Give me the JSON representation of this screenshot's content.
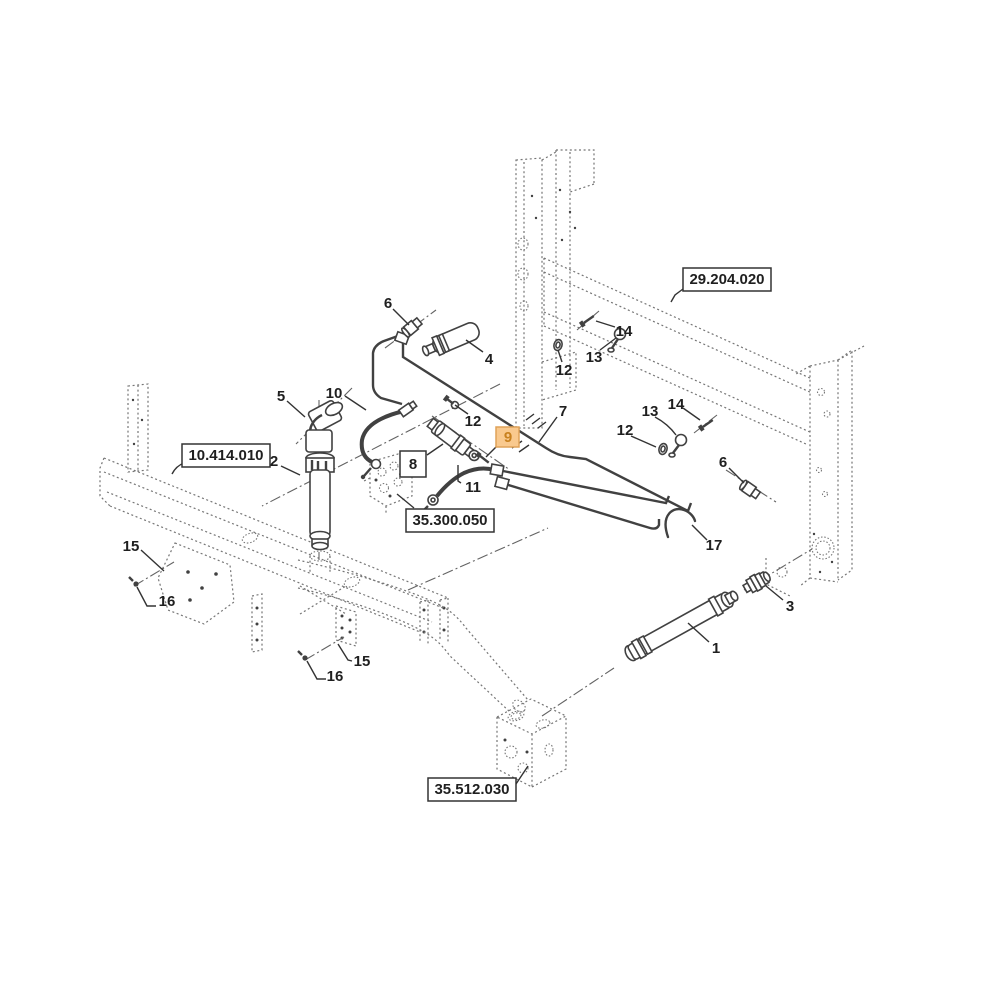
{
  "diagram": {
    "type": "exploded-parts-diagram",
    "background": "#ffffff",
    "line_color": "#414141",
    "phantom_color": "#767676",
    "highlight": {
      "fill": "#f9c98e",
      "border": "#dfa258",
      "text": "#c8811f"
    }
  },
  "ref_boxes": [
    {
      "id": "29-204-020",
      "label": "29.204.020"
    },
    {
      "id": "10-414-010",
      "label": "10.414.010"
    },
    {
      "id": "35-300-050",
      "label": "35.300.050"
    },
    {
      "id": "35-512-030",
      "label": "35.512.030"
    }
  ],
  "callouts": {
    "boxed": {
      "label": "8"
    },
    "highlighted": {
      "label": "9"
    },
    "plain": [
      {
        "id": "1",
        "label": "1"
      },
      {
        "id": "2",
        "label": "2"
      },
      {
        "id": "3",
        "label": "3"
      },
      {
        "id": "4",
        "label": "4"
      },
      {
        "id": "5",
        "label": "5"
      },
      {
        "id": "6-top",
        "label": "6"
      },
      {
        "id": "6-right",
        "label": "6"
      },
      {
        "id": "7",
        "label": "7"
      },
      {
        "id": "10",
        "label": "10"
      },
      {
        "id": "11",
        "label": "11"
      },
      {
        "id": "12-top",
        "label": "12"
      },
      {
        "id": "12-mid",
        "label": "12"
      },
      {
        "id": "12-right",
        "label": "12"
      },
      {
        "id": "13-top",
        "label": "13"
      },
      {
        "id": "13-right",
        "label": "13"
      },
      {
        "id": "14-top",
        "label": "14"
      },
      {
        "id": "14-right",
        "label": "14"
      },
      {
        "id": "15-left",
        "label": "15"
      },
      {
        "id": "15-bottom",
        "label": "15"
      },
      {
        "id": "16-left",
        "label": "16"
      },
      {
        "id": "16-bottom",
        "label": "16"
      },
      {
        "id": "17",
        "label": "17"
      }
    ]
  }
}
